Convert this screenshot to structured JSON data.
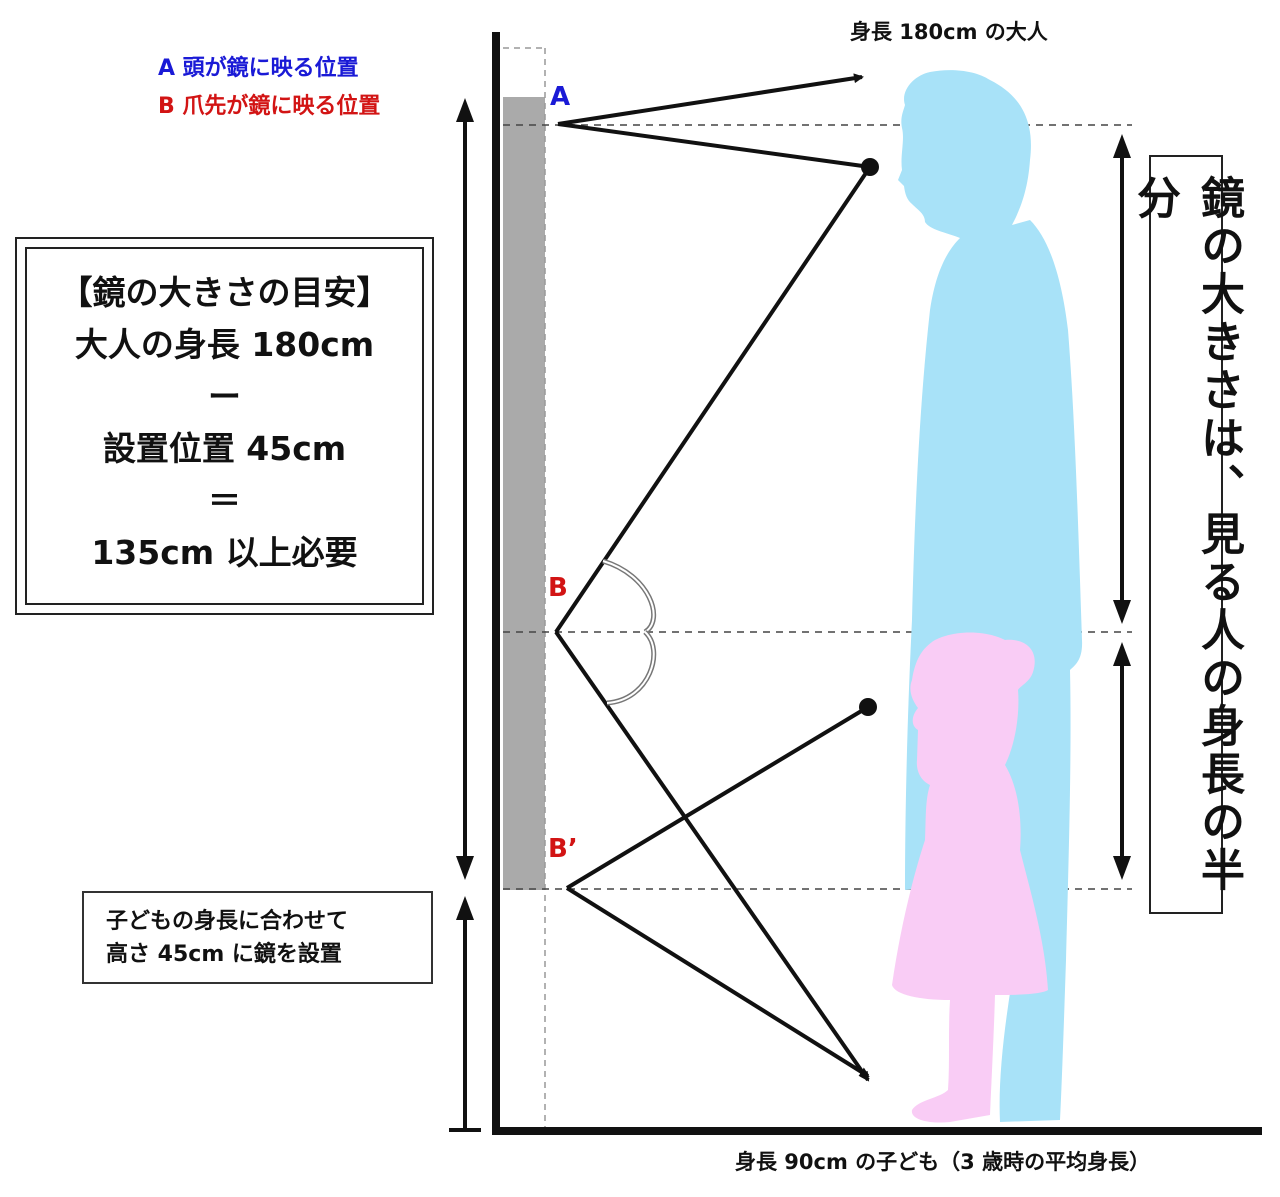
{
  "legend": {
    "a_label": "A 頭が鏡に映る位置",
    "b_label": "B 爪先が鏡に映る位置",
    "a_color": "#1a1ad6",
    "b_color": "#d21414"
  },
  "figures": {
    "adult_label": "身長 180cm の大人",
    "child_label": "身長 90cm の子ども（3 歳時の平均身長）",
    "adult_color": "#a8e2f8",
    "child_color": "#f9ccf5",
    "mirror_color": "#aaaaaa"
  },
  "points": {
    "a": "A",
    "b": "B",
    "b_prime": "B’"
  },
  "guide": {
    "title": "【鏡の大きさの目安】",
    "line1": "大人の身長 180cm",
    "minus": "ー",
    "line2": "設置位置 45cm",
    "equals": "＝",
    "line3": "135cm 以上必要"
  },
  "child_note": {
    "line1": "子どもの身長に合わせて",
    "line2": "高さ 45cm に鏡を設置"
  },
  "vertical_note": "鏡の大きさは、見る人の身長の半分"
}
